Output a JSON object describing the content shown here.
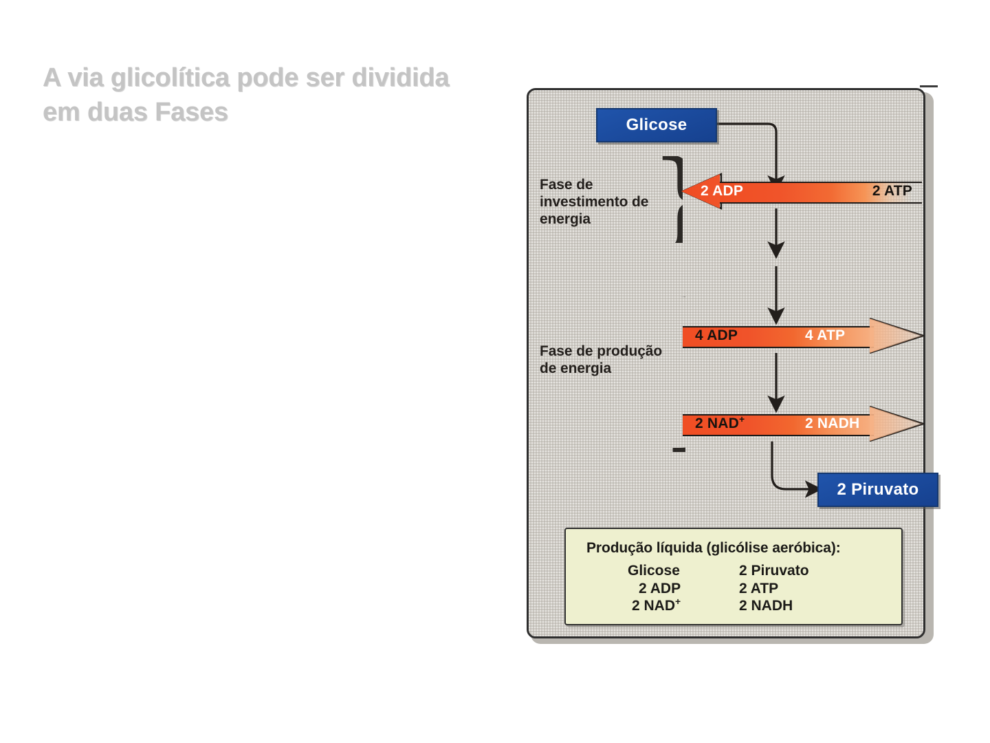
{
  "slide": {
    "title": "A via glicolítica pode ser dividida em duas Fases",
    "title_color": "#c4c4c4"
  },
  "figure": {
    "panel_bg": "#cfccc5",
    "box_color": "#1b4a9c",
    "arrow_color": "#f04e23",
    "summary_bg": "#eef0cf",
    "nodes": {
      "glucose": "Glicose",
      "pyruvate": "2 Piruvato"
    },
    "phases": [
      {
        "id": "investimento",
        "label": "Fase de investimento de energia"
      },
      {
        "id": "producao",
        "label": "Fase de produção de energia"
      }
    ],
    "reactions": [
      {
        "id": "atp-investment",
        "direction": "left",
        "left_label": "2 ADP",
        "right_label": "2 ATP"
      },
      {
        "id": "atp-production",
        "direction": "right",
        "left_label": "4 ADP",
        "right_label": "4 ATP"
      },
      {
        "id": "nadh-production",
        "direction": "right",
        "left_label": "2 NAD",
        "left_label_sup": "+",
        "right_label": "2 NADH"
      }
    ],
    "summary": {
      "title": "Produção líquida (glicólise aeróbica):",
      "left_column": [
        {
          "text": "Glicose",
          "sup": ""
        },
        {
          "text": "2 ADP",
          "sup": ""
        },
        {
          "text": "2 NAD",
          "sup": "+"
        }
      ],
      "right_column": [
        {
          "text": "2 Piruvato",
          "sup": ""
        },
        {
          "text": "2 ATP",
          "sup": ""
        },
        {
          "text": "2 NADH",
          "sup": ""
        }
      ]
    }
  }
}
